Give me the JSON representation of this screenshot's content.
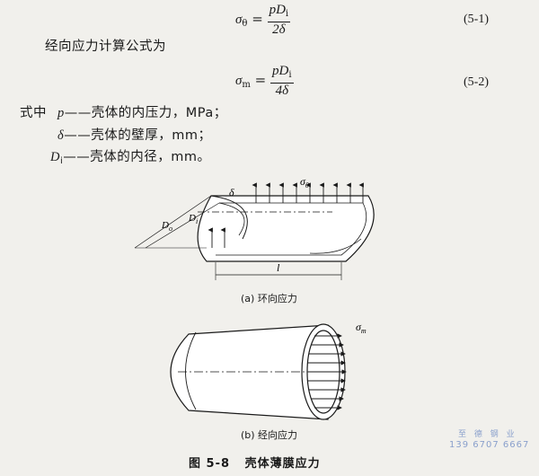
{
  "formula_1": {
    "lhs": "σ",
    "lhs_sub": "θ",
    "num": "pD",
    "num_sub": "i",
    "den": "2δ",
    "eqno": "(5-1)"
  },
  "intro_2": "经向应力计算公式为",
  "formula_2": {
    "lhs": "σ",
    "lhs_sub": "m",
    "num": "pD",
    "num_sub": "i",
    "den": "4δ",
    "eqno": "(5-2)"
  },
  "where": {
    "lead": "式中",
    "items": [
      {
        "symbol": "p",
        "sub": "",
        "text": "——壳体的内压力，MPa；"
      },
      {
        "symbol": "δ",
        "sub": "",
        "text": "——壳体的壁厚，mm；"
      },
      {
        "symbol": "D",
        "sub": "i",
        "text": "——壳体的内径，mm。"
      }
    ]
  },
  "figure_a": {
    "labels": {
      "delta": "δ",
      "sigma": "σ",
      "sigma_sub": "θ",
      "outer_d": "D",
      "outer_sub": "o",
      "inner_d": "D",
      "inner_sub": "i",
      "length": "l"
    },
    "caption": "(a) 环向应力"
  },
  "figure_b": {
    "labels": {
      "sigma": "σ",
      "sigma_sub": "m"
    },
    "caption": "(b) 经向应力"
  },
  "figure_caption": {
    "number": "图 5-8",
    "title": "壳体薄膜应力"
  },
  "watermark": {
    "name": "至 德 钢 业",
    "phone": "139 6707 6667"
  },
  "colors": {
    "ink": "#1a1a1a",
    "paper": "#f1f0ec",
    "watermark": "#8aa0cc"
  }
}
